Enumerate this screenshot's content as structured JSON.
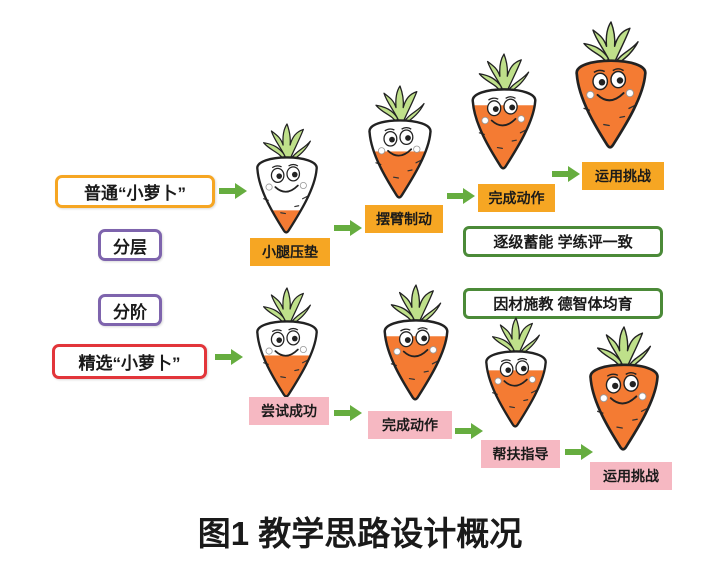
{
  "diagram": {
    "caption": "图1 教学思路设计概况",
    "groups": {
      "ordinary": "普通“小萝卜”",
      "layered": "分层",
      "staged": "分阶",
      "selected": "精选“小萝卜”"
    },
    "principles": {
      "top": "逐级蓄能 学练评一致",
      "bottom": "因材施教 德智体均育"
    },
    "top_row": [
      {
        "label": "小腿压垫",
        "fill": 0.3
      },
      {
        "label": "摆臂制动",
        "fill": 0.6
      },
      {
        "label": "完成动作",
        "fill": 0.8
      },
      {
        "label": "运用挑战",
        "fill": 1.0
      }
    ],
    "bottom_row": [
      {
        "label": "尝试成功",
        "fill": 0.55
      },
      {
        "label": "完成动作",
        "fill": 0.8
      },
      {
        "label": "帮扶指导",
        "fill": 0.75
      },
      {
        "label": "运用挑战",
        "fill": 1.0
      }
    ]
  },
  "colors": {
    "carrot": "#f47b33",
    "leaf": "#bfe08a",
    "label_orange": "#f6a623",
    "label_pink": "#f6b8c2",
    "arrow": "#66ad3f",
    "border_orange": "#f6a623",
    "border_purple": "#7e64ad",
    "border_red": "#e2353a",
    "border_green": "#4b8a38"
  },
  "icons": {
    "carrot": "carrot-character-icon",
    "arrow": "arrow-right-icon"
  }
}
